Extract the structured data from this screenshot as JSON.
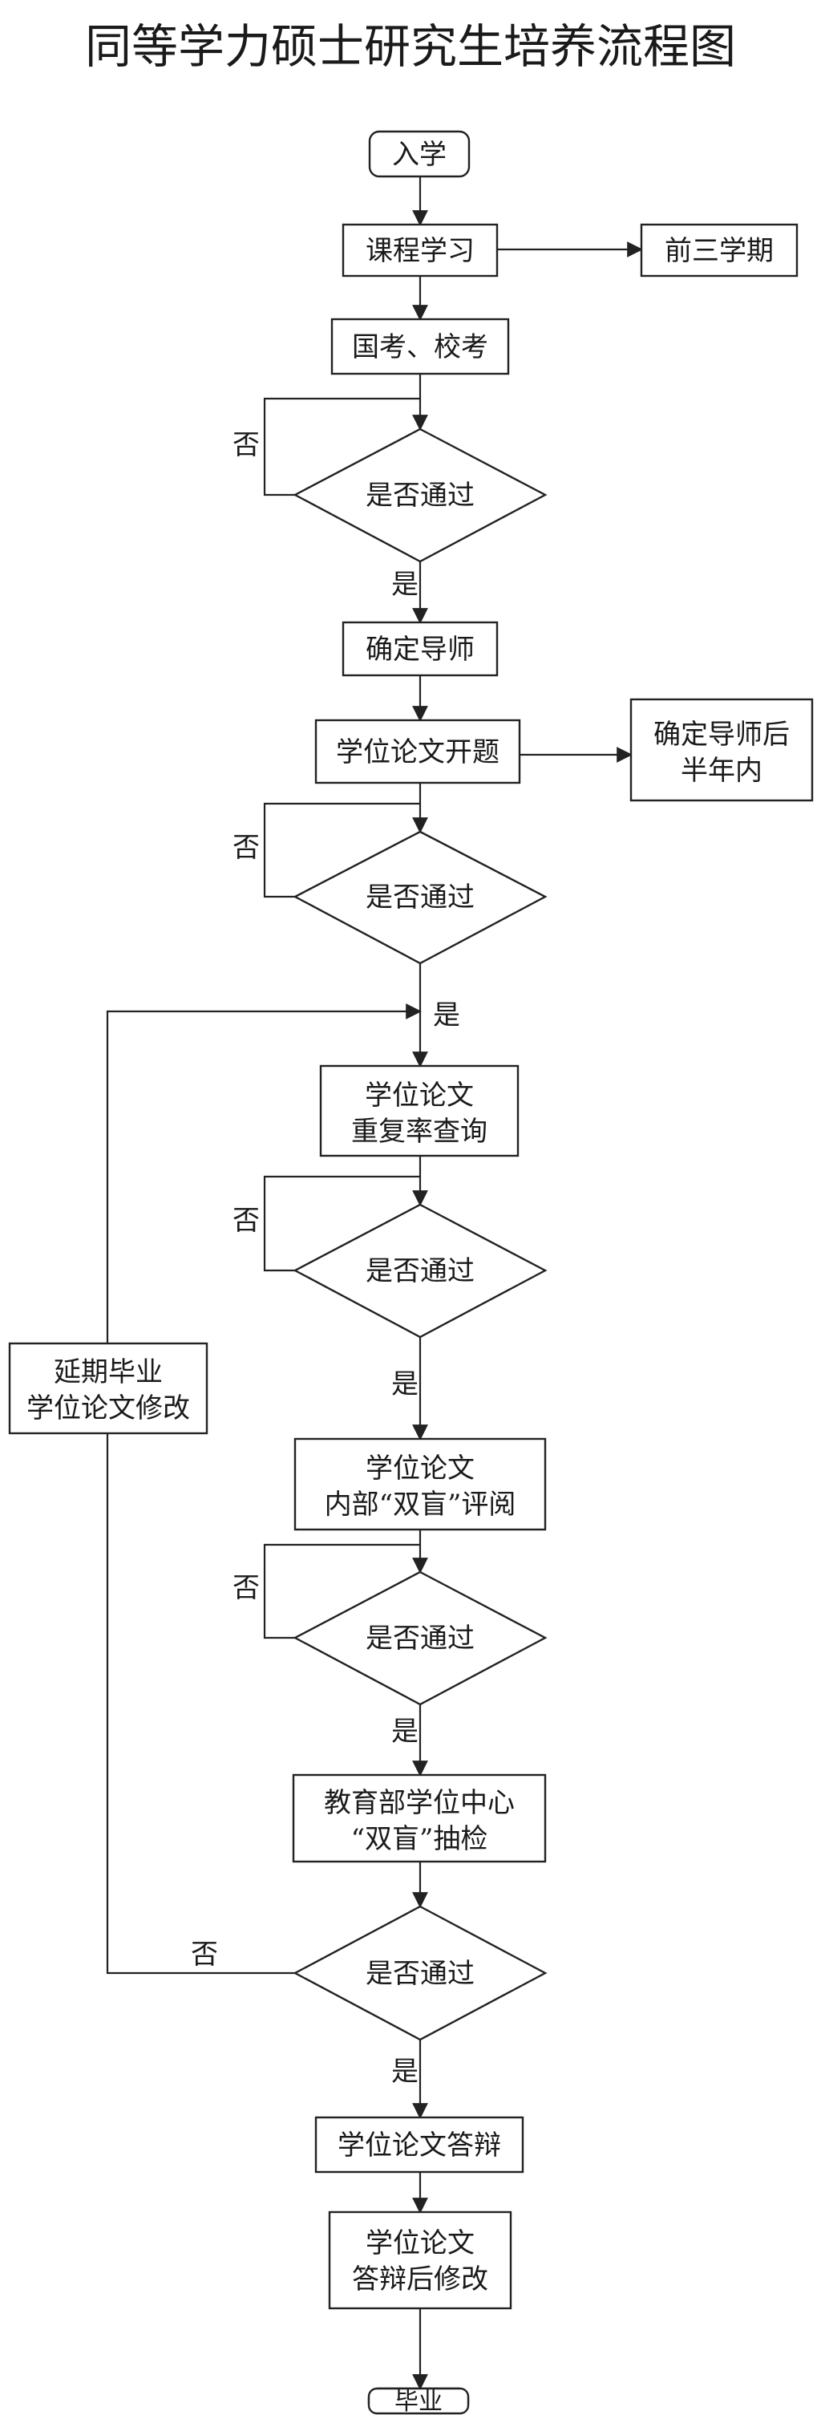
{
  "title": "同等学力硕士研究生培养流程图",
  "nodes": {
    "start": "入学",
    "coursework": "课程学习",
    "exam": "国考、校考",
    "decision_exam": "是否通过",
    "advisor": "确定导师",
    "proposal": "学位论文开题",
    "decision_proposal": "是否通过",
    "plagiarism": [
      "学位论文",
      "重复率查询"
    ],
    "decision_plagiarism": "是否通过",
    "internal_review": [
      "学位论文",
      "内部“双盲”评阅"
    ],
    "decision_internal": "是否通过",
    "ministry_check": [
      "教育部学位中心",
      "“双盲”抽检"
    ],
    "decision_ministry": "是否通过",
    "defense": "学位论文答辩",
    "revision": [
      "学位论文",
      "答辩后修改"
    ],
    "graduate": "毕业",
    "delay": [
      "延期毕业",
      "学位论文修改"
    ]
  },
  "side_notes": {
    "first_three_terms": "前三学期",
    "half_year": [
      "确定导师后",
      "半年内"
    ]
  },
  "edge_labels": {
    "yes": "是",
    "no": "否"
  }
}
